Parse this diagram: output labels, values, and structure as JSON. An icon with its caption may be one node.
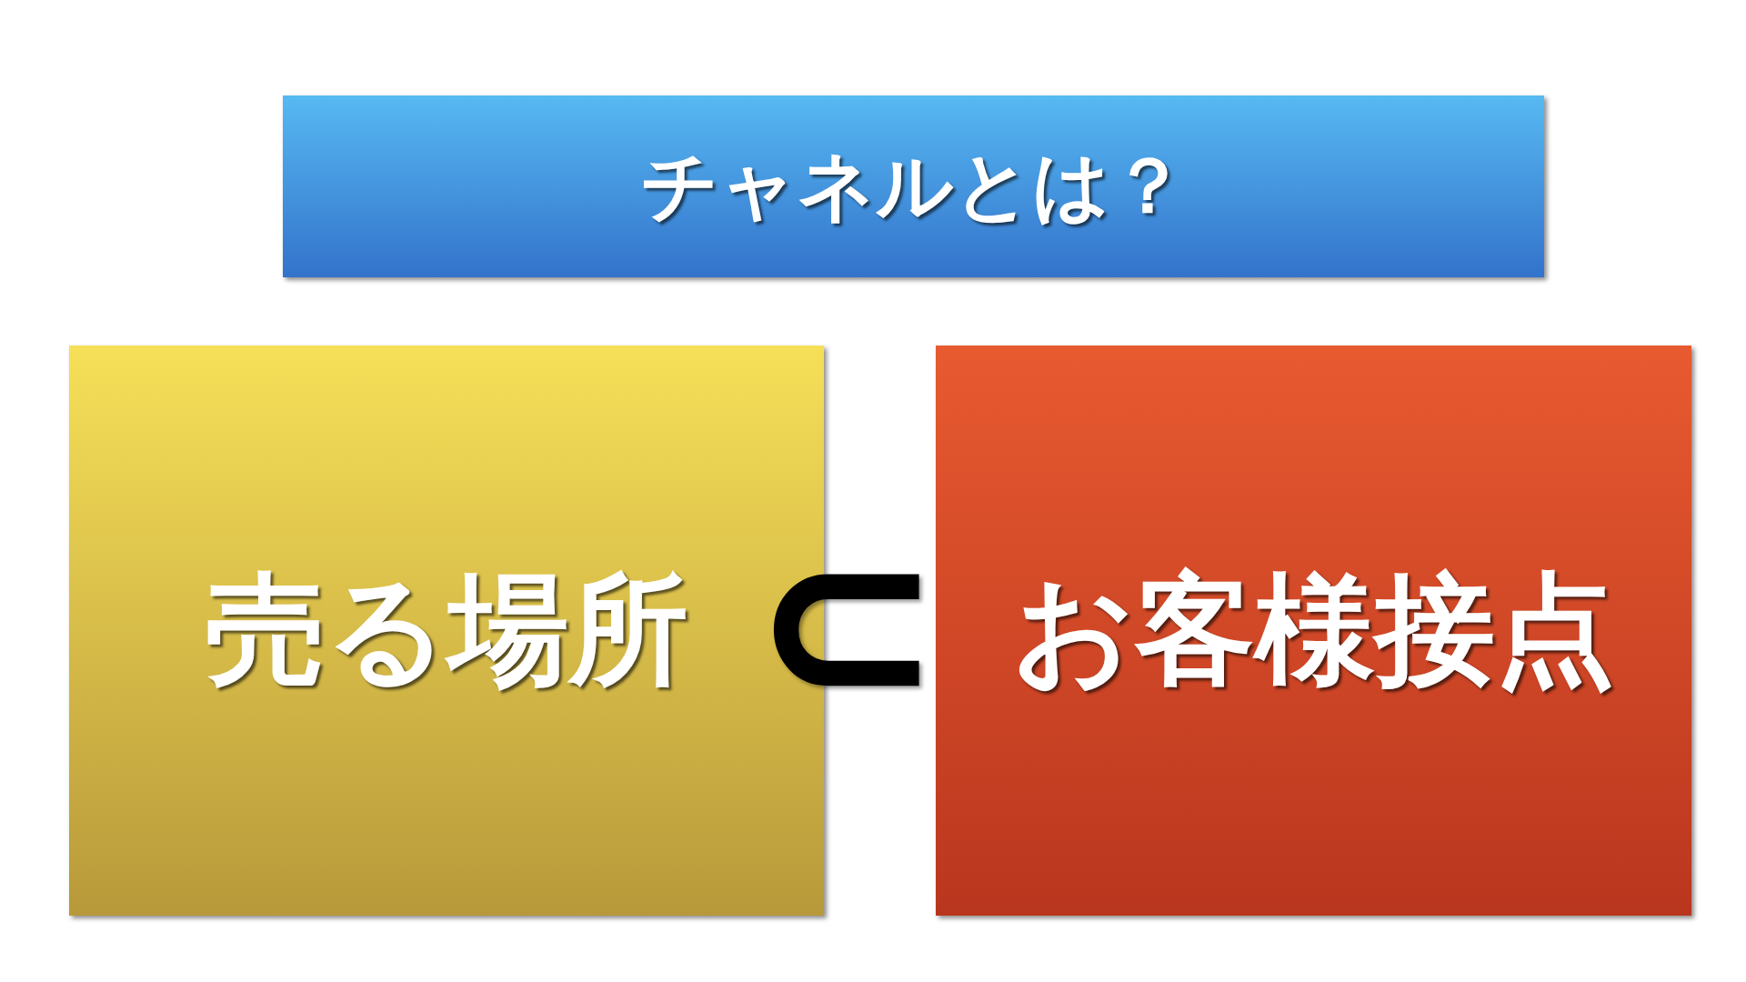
{
  "diagram": {
    "nodes": [
      {
        "text": [
          "チャネルとは？"
        ]
      },
      {
        "text": [
          "売る場所"
        ]
      },
      {
        "text": [
          "お客様接点"
        ]
      }
    ],
    "labels": [
      "⊂"
    ]
  }
}
